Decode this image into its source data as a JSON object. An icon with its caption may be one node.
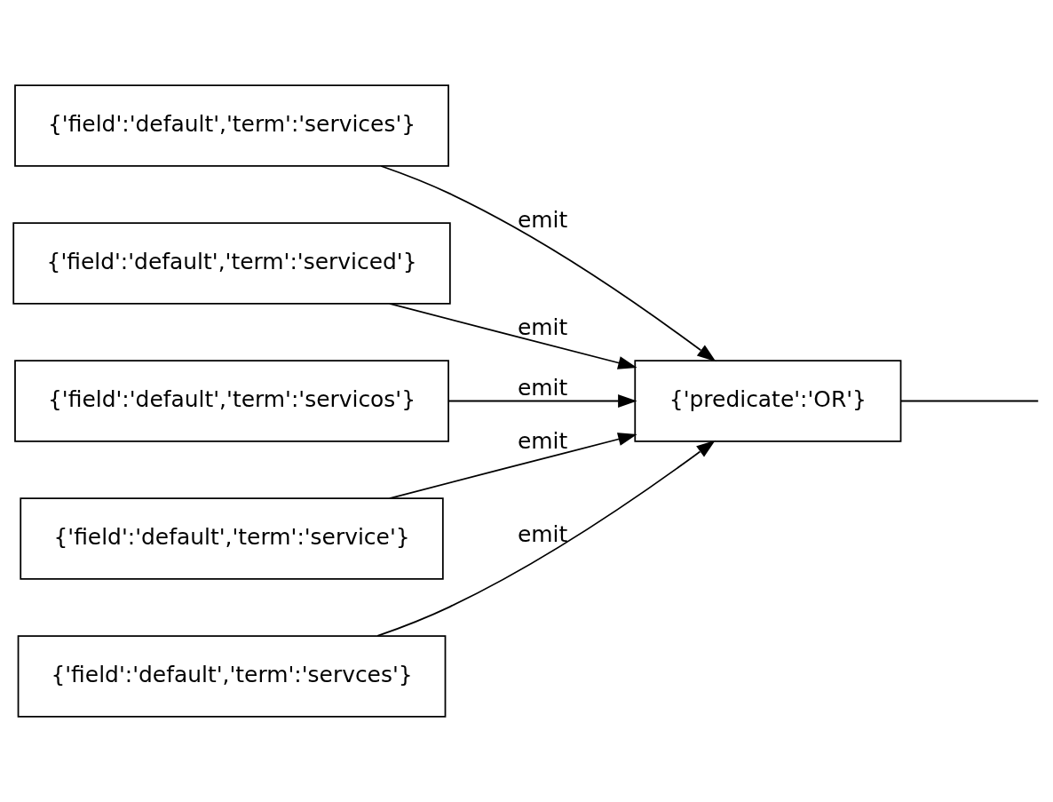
{
  "diagram": {
    "nodes": [
      {
        "text": [
          "{'field':'default','term':'services'}"
        ]
      },
      {
        "text": [
          "{'field':'default','term':'serviced'}"
        ]
      },
      {
        "text": [
          "{'field':'default','term':'servicos'}"
        ]
      },
      {
        "text": [
          "{'field':'default','term':'service'}"
        ]
      },
      {
        "text": [
          "{'field':'default','term':'servces'}"
        ]
      },
      {
        "text": [
          "{'predicate':'OR'}"
        ]
      }
    ],
    "edges": [
      {
        "from": 0,
        "to": 5,
        "arrow": "to",
        "label": "emit"
      },
      {
        "from": 1,
        "to": 5,
        "arrow": "to",
        "label": "emit"
      },
      {
        "from": 2,
        "to": 5,
        "arrow": "to",
        "label": "emit"
      },
      {
        "from": 3,
        "to": 5,
        "arrow": "to",
        "label": "emit"
      },
      {
        "from": 4,
        "to": 5,
        "arrow": "to",
        "label": "emit"
      },
      {
        "from": 5,
        "to": null,
        "arrow": "none"
      }
    ]
  }
}
